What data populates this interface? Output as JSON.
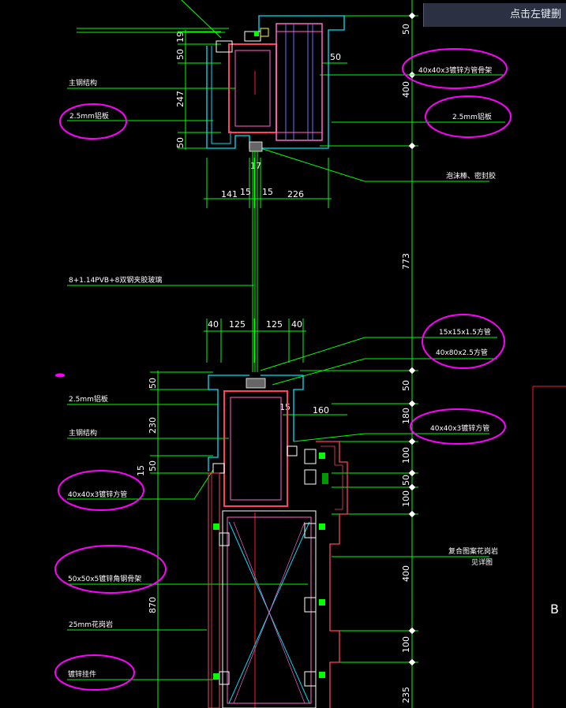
{
  "hint_text": "点击左键删",
  "side_letter": "B",
  "dims_top": {
    "d19": "19",
    "d50a": "50",
    "d247": "247",
    "d50b": "50",
    "d50c": "50",
    "d17": "17",
    "d141": "141",
    "d15a": "15",
    "d15b": "15",
    "d226": "226"
  },
  "dims_mid": {
    "d40a": "40",
    "d125a": "125",
    "d125b": "125",
    "d40b": "40"
  },
  "dims_low": {
    "d50": "50",
    "d230": "230",
    "d50b": "50",
    "d15": "15",
    "d15b": "15",
    "d160": "160",
    "d870": "870"
  },
  "dims_right": {
    "r50": "50",
    "r400": "400",
    "r773": "773",
    "r50b": "50",
    "r180": "180",
    "r100a": "100",
    "r50c": "50",
    "r100b": "100",
    "r400b": "400",
    "r100c": "100",
    "r235": "235"
  },
  "labels": {
    "main_steel_top": "主钢结构",
    "al_panel_top_left": "2.5mm铝板",
    "glass": "8+1.14PVB+8双钢夹胶玻璃",
    "al_panel_mid_left": "2.5mm铝板",
    "main_steel_mid": "主钢结构",
    "tube_40_left": "40x40x3镀锌方管",
    "angle_50": "50x50x5镀锌角钢骨架",
    "stone_25": "25mm花岗岩",
    "fastener": "镀锌挂件",
    "tube_frame_top": "40x40x3镀锌方管骨架",
    "al_panel_top_right": "2.5mm铝板",
    "foam_sealant": "泡沫棒、密封胶",
    "tube_15": "15x15x1.5方管",
    "tube_40x80": "40x80x2.5方管",
    "tube_40_right": "40x40x3镀锌方管",
    "granite_line": "复合图案花岗岩",
    "see_drawing": "见详图"
  }
}
